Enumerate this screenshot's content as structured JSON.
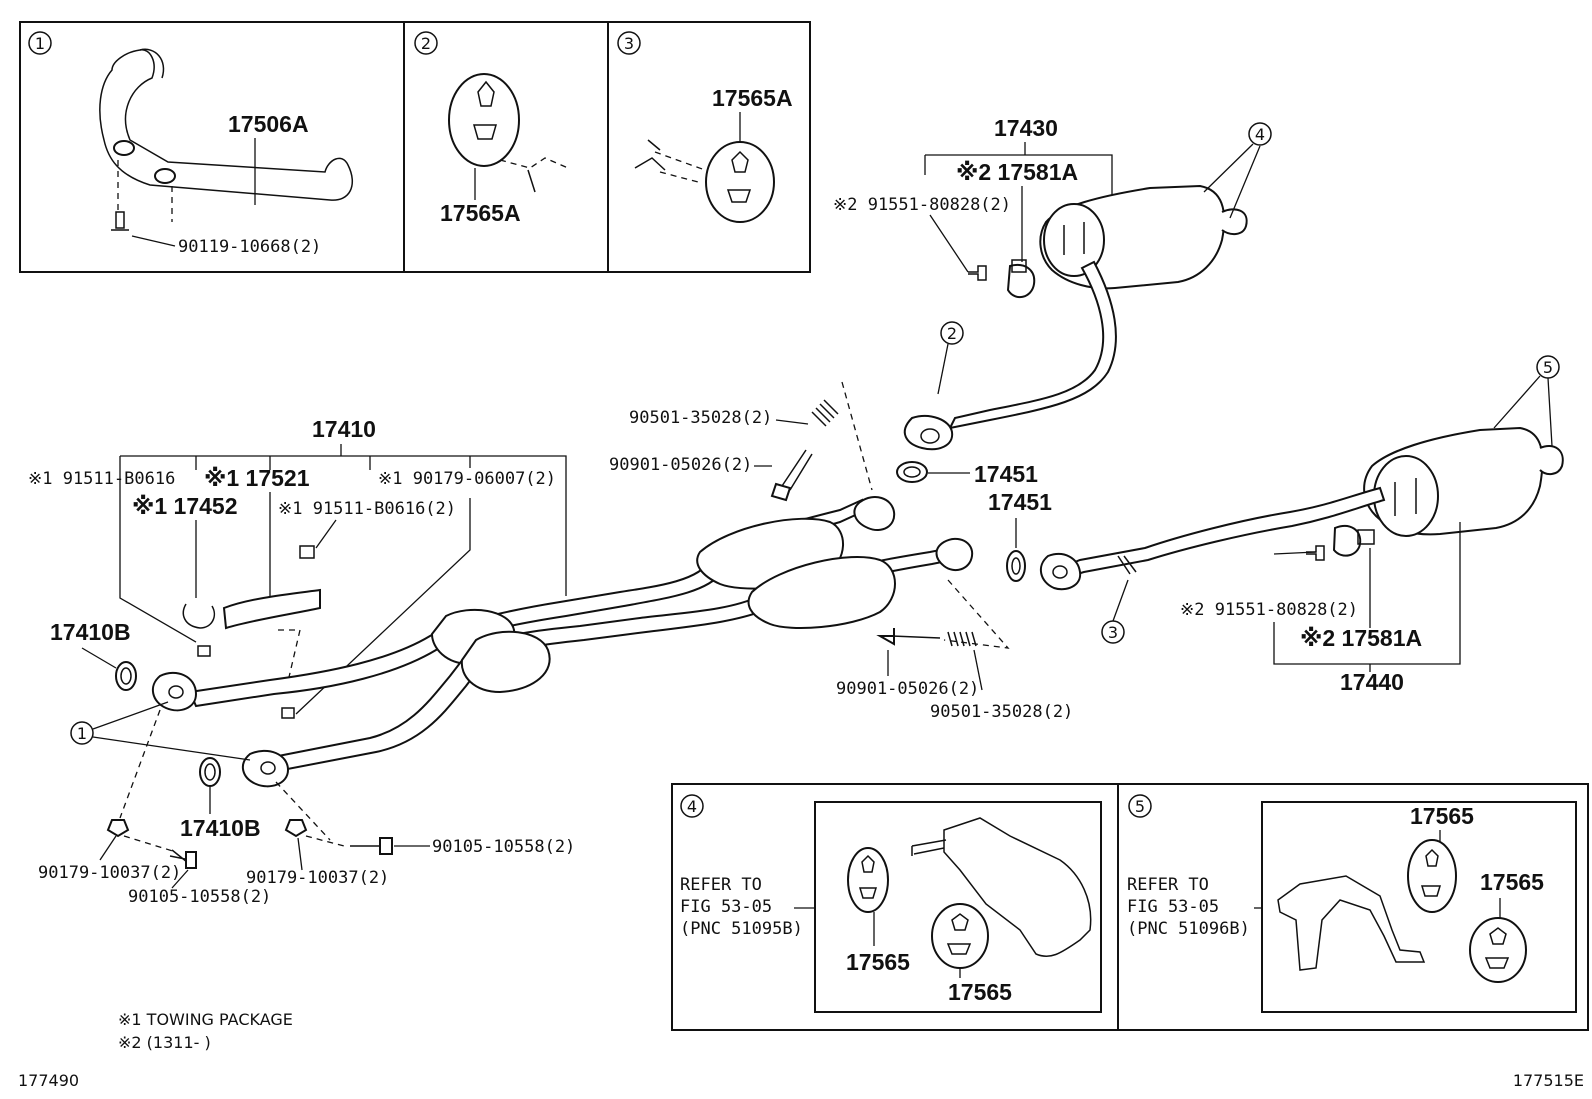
{
  "callout_numbers": [
    "1",
    "2",
    "3",
    "4",
    "5"
  ],
  "inset1": {
    "num": "1",
    "part": "17506A",
    "bolt": "90119-10668(2)"
  },
  "inset2": {
    "num": "2",
    "part": "17565A"
  },
  "inset3": {
    "num": "3",
    "part": "17565A"
  },
  "inset4": {
    "num": "4",
    "refer1": "REFER TO",
    "refer2": "FIG 53-05",
    "refer3": "(PNC 51095B)",
    "partA": "17565",
    "partB": "17565"
  },
  "inset5": {
    "num": "5",
    "refer1": "REFER TO",
    "refer2": "FIG 53-05",
    "refer3": "(PNC 51096B)",
    "partA": "17565",
    "partB": "17565"
  },
  "front": {
    "assy": "17410",
    "p_91511_left": "※1 91511-B0616",
    "p_17521": "※1 17521",
    "p_17452": "※1 17452",
    "p_90179_06007": "※1 90179-06007(2)",
    "p_91511_2": "※1 91511-B0616(2)",
    "p_17410B_a": "17410B",
    "p_17410B_b": "17410B",
    "p_90179_10037_a": "90179-10037(2)",
    "p_90105_10558_a": "90105-10558(2)",
    "p_90179_10037_b": "90179-10037(2)",
    "p_90105_10558_b": "90105-10558(2)"
  },
  "center": {
    "p_90501_top": "90501-35028(2)",
    "p_90901_top": "90901-05026(2)",
    "p_90901_bot": "90901-05026(2)",
    "p_90501_bot": "90501-35028(2)",
    "p_17451_a": "17451",
    "p_17451_b": "17451"
  },
  "rear_upper": {
    "assy": "17430",
    "p_17581A": "※2 17581A",
    "p_91551": "※2 91551-80828(2)"
  },
  "rear_lower": {
    "assy": "17440",
    "p_91551": "※2 91551-80828(2)",
    "p_17581A": "※2 17581A"
  },
  "notes": {
    "n1": "※1  TOWING PACKAGE",
    "n2": "※2  (1311-       )"
  },
  "footer": {
    "left_code": "177490",
    "right_code": "177515E"
  }
}
